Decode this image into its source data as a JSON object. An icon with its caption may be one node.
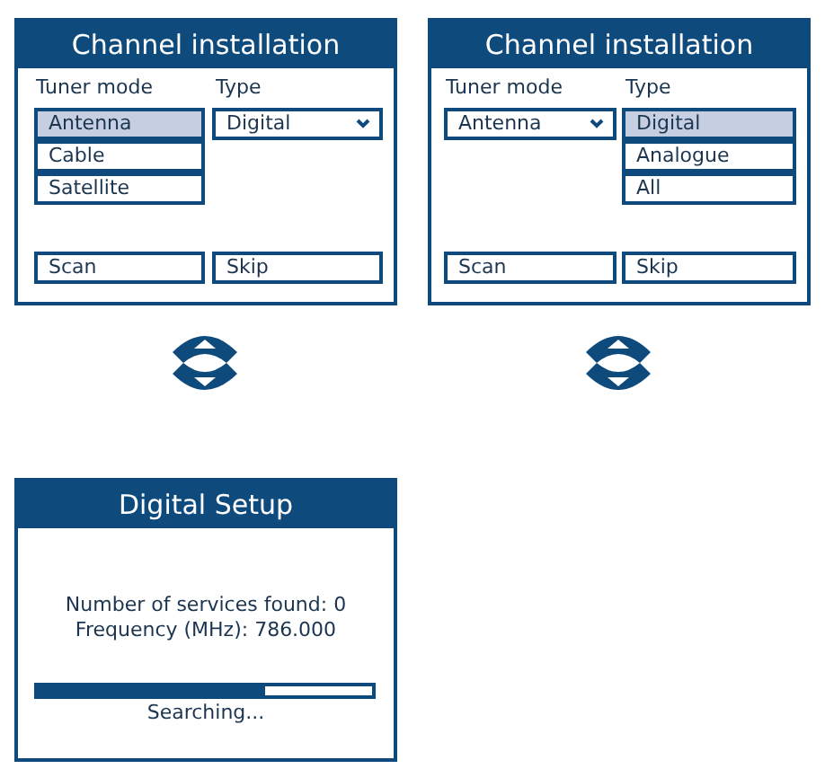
{
  "diagram": {
    "nodes": [
      {
        "text": [
          "Channel installation"
        ]
      },
      {
        "text": [
          "Antenna"
        ],
        "in": 0
      },
      {
        "text": [
          "Cable"
        ],
        "in": 0
      },
      {
        "text": [
          "Satellite"
        ],
        "in": 0
      },
      {
        "text": [
          "Digital"
        ],
        "in": 0
      },
      {
        "text": [
          "Scan"
        ],
        "in": 0
      },
      {
        "text": [
          "Skip"
        ],
        "in": 0
      },
      {
        "text": [
          "Channel installation"
        ]
      },
      {
        "text": [
          "Antenna"
        ],
        "in": 7
      },
      {
        "text": [
          "Digital"
        ],
        "in": 7
      },
      {
        "text": [
          "Analogue"
        ],
        "in": 7
      },
      {
        "text": [
          "All"
        ],
        "in": 7
      },
      {
        "text": [
          "Scan"
        ],
        "in": 7
      },
      {
        "text": [
          "Skip"
        ],
        "in": 7
      },
      {
        "text": [
          "Digital Setup",
          "Number of services found: 0",
          "Frequency (MHz): 786.000",
          "Searching..."
        ]
      },
      {
        "text": [],
        "shape": "bar",
        "in": 14
      }
    ],
    "edges": [],
    "labels": [
      "Tuner mode",
      "Type",
      "Tuner mode",
      "Type"
    ]
  }
}
